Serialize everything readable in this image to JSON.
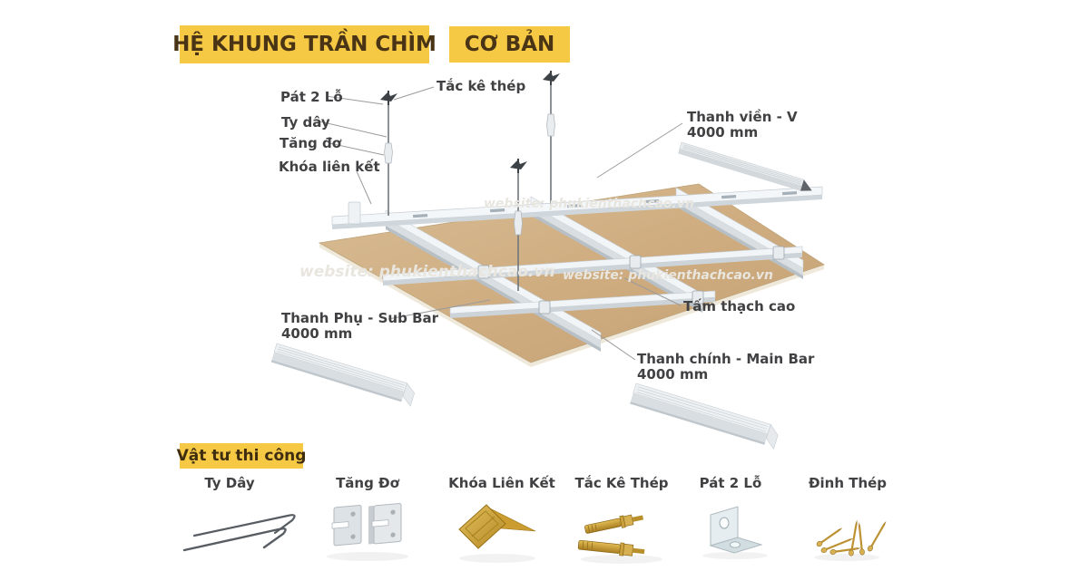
{
  "header": {
    "title_main": "HỆ KHUNG TRẦN CHÌM",
    "title_sub": "CƠ BẢN"
  },
  "diagram": {
    "watermark": "website: phukienthachcao.vn",
    "callouts": {
      "tac_ke_thep": "Tắc kê thép",
      "pat_2_lo": "Pát 2 Lỗ",
      "ty_day": "Ty dây",
      "tang_do": "Tăng đơ",
      "khoa_lien_ket": "Khóa liên kết",
      "thanh_vien": {
        "label": "Thanh viền - V",
        "size": "4000 mm"
      },
      "tam_thach_cao": "Tấm thạch cao",
      "thanh_phu": {
        "label": "Thanh Phụ - Sub Bar",
        "size": "4000 mm"
      },
      "thanh_chinh": {
        "label": "Thanh chính - Main Bar",
        "size": "4000 mm"
      }
    }
  },
  "materials": {
    "title": "Vật tư thi công",
    "items": [
      {
        "label": "Ty Dây",
        "icon": "wire-hanger-icon"
      },
      {
        "label": "Tăng Đơ",
        "icon": "turnbuckle-bracket-icon"
      },
      {
        "label": "Khóa Liên Kết",
        "icon": "connector-clip-icon"
      },
      {
        "label": "Tắc Kê Thép",
        "icon": "steel-anchor-bolt-icon"
      },
      {
        "label": "Pát 2 Lỗ",
        "icon": "two-hole-angle-bracket-icon"
      },
      {
        "label": "Đinh Thép",
        "icon": "steel-nails-icon"
      }
    ]
  },
  "colors": {
    "accent_yellow": "#F6C945",
    "badge_text": "#4A3416",
    "label_text": "#414042",
    "board_tan": "#CFAD81",
    "metal_gold": "#C9992F",
    "metal_gray": "#D9DEE2"
  }
}
